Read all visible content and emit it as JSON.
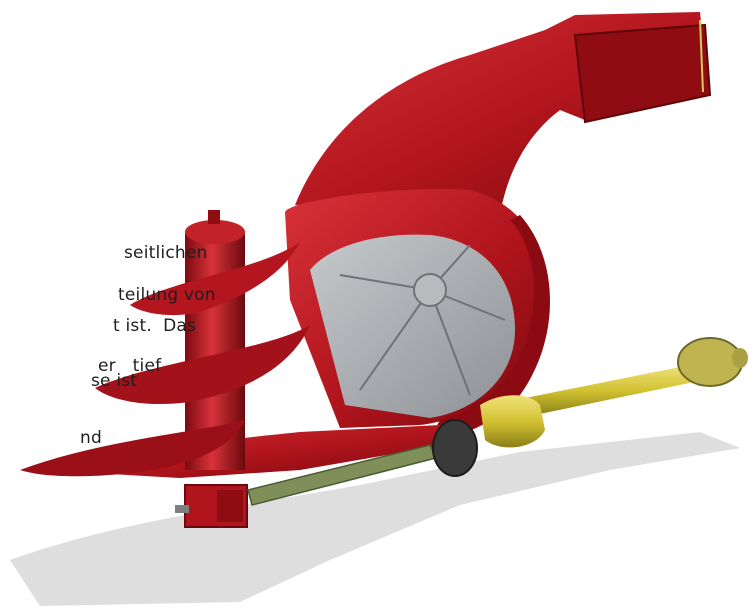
{
  "caption": {
    "lines": [
      "seitlichen",
      "teilung von",
      "t ist.  Das",
      "er   tief",
      "se ist",
      "nd"
    ]
  },
  "colors": {
    "housing_red": "#b0141c",
    "housing_red_dark": "#7a0a10",
    "housing_red_light": "#d8323a",
    "impeller_gray": "#a9acb0",
    "shaft_yellow": "#d2c232",
    "shadow_gray": "#dedede"
  },
  "icons": [
    "snow-blower-machine"
  ]
}
